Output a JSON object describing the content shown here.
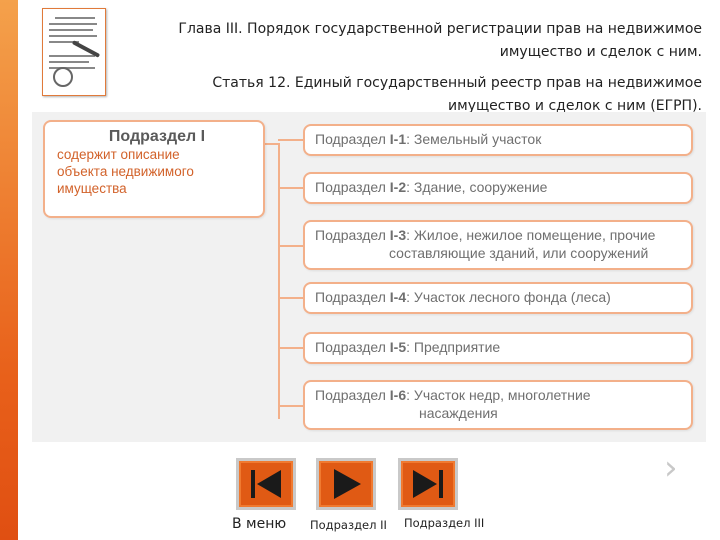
{
  "heading": {
    "chapter_line1": "Глава III. Порядок государственной регистрации прав на недвижимое",
    "chapter_line2": "имущество и сделок с ним.",
    "article_line1": "Статья 12. Единый государственный реестр прав на недвижимое",
    "article_line2": "имущество и сделок с ним (ЕГРП)."
  },
  "main_box": {
    "title": "Подраздел I",
    "description": [
      "содержит описание",
      "объекта недвижимого",
      "имущества"
    ]
  },
  "subsections": [
    {
      "prefix": "Подраздел ",
      "num": "I-1",
      "text": ": Земельный участок",
      "text2": ""
    },
    {
      "prefix": "Подраздел ",
      "num": "I-2",
      "text": ": Здание, сооружение",
      "text2": ""
    },
    {
      "prefix": "Подраздел ",
      "num": "I-3",
      "text": ": Жилое, нежилое помещение, прочие",
      "text2": "составляющие зданий, или сооружений"
    },
    {
      "prefix": "Подраздел ",
      "num": "I-4",
      "text": ": Участок лесного фонда (леса)",
      "text2": ""
    },
    {
      "prefix": "Подраздел ",
      "num": "I-5",
      "text": ": Предприятие",
      "text2": ""
    },
    {
      "prefix": "Подраздел ",
      "num": "I-6",
      "text": ": Участок недр, многолетние",
      "text2": "насаждения"
    }
  ],
  "nav": {
    "menu_label": "В меню",
    "next_label": "Подраздел II",
    "last_label": "Подраздел III",
    "chevron": "›"
  },
  "colors": {
    "accent": "#e05a14",
    "box_border": "#f3b08a",
    "desc_text": "#d2622a"
  }
}
